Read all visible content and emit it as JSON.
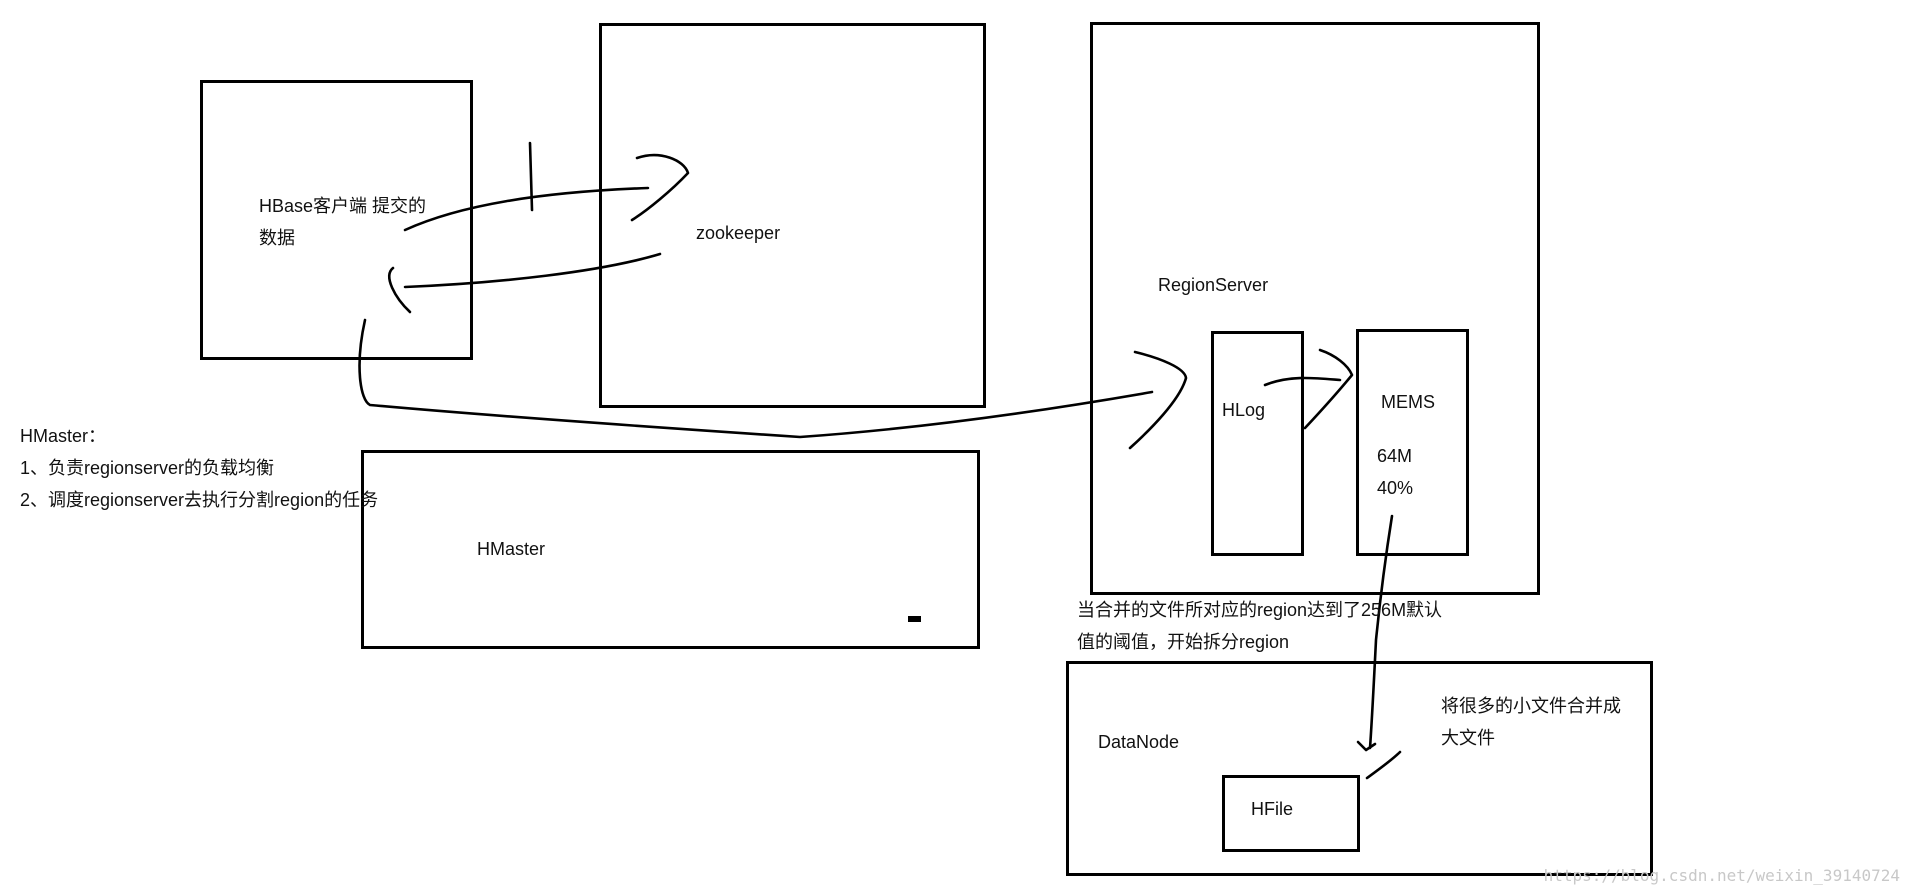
{
  "client": {
    "lines": [
      "HBase客户端 提交的",
      "数据"
    ]
  },
  "zookeeper": {
    "label": "zookeeper"
  },
  "hmaster_box": {
    "label": "HMaster"
  },
  "notes": {
    "title": "HMaster：",
    "items": [
      "1、负责regionserver的负载均衡",
      "2、调度regionserver去执行分割region的任务"
    ]
  },
  "regionserver": {
    "label": "RegionServer",
    "hlog": "HLog",
    "mems": {
      "label": "MEMS",
      "size": "64M",
      "percent": "40%"
    }
  },
  "split_note": {
    "lines": [
      "当合并的文件所对应的region达到了256M默认",
      "值的阈值，开始拆分region"
    ]
  },
  "datanode": {
    "label": "DataNode",
    "hfile": "HFile",
    "merge_note": [
      "将很多的小文件合并成",
      "大文件"
    ]
  },
  "watermark": "https://blog.csdn.net/weixin_39140724"
}
